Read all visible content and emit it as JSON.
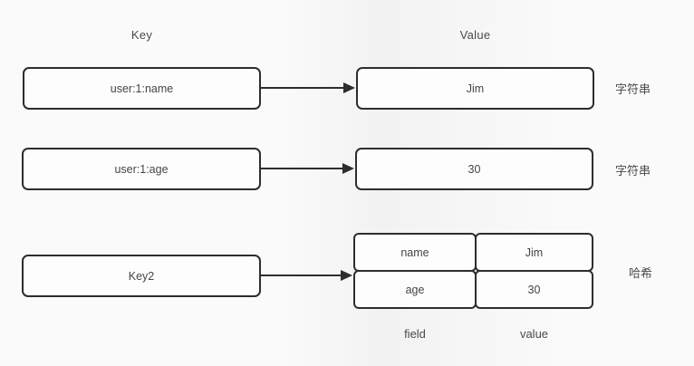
{
  "diagram": {
    "headers": {
      "key": "Key",
      "value": "Value"
    },
    "rows": [
      {
        "key": "user:1:name",
        "value": "Jim",
        "type": "字符串"
      },
      {
        "key": "user:1:age",
        "value": "30",
        "type": "字符串"
      },
      {
        "key": "Key2",
        "type": "哈希"
      }
    ],
    "hash_table": {
      "cells": [
        {
          "field": "name",
          "value": "Jim"
        },
        {
          "field": "age",
          "value": "30"
        }
      ],
      "footer_field": "field",
      "footer_value": "value"
    },
    "colors": {
      "background": "#f6f6f6",
      "box_fill": "#fdfdfd",
      "border": "#2d2d2d",
      "text": "#454545"
    }
  }
}
